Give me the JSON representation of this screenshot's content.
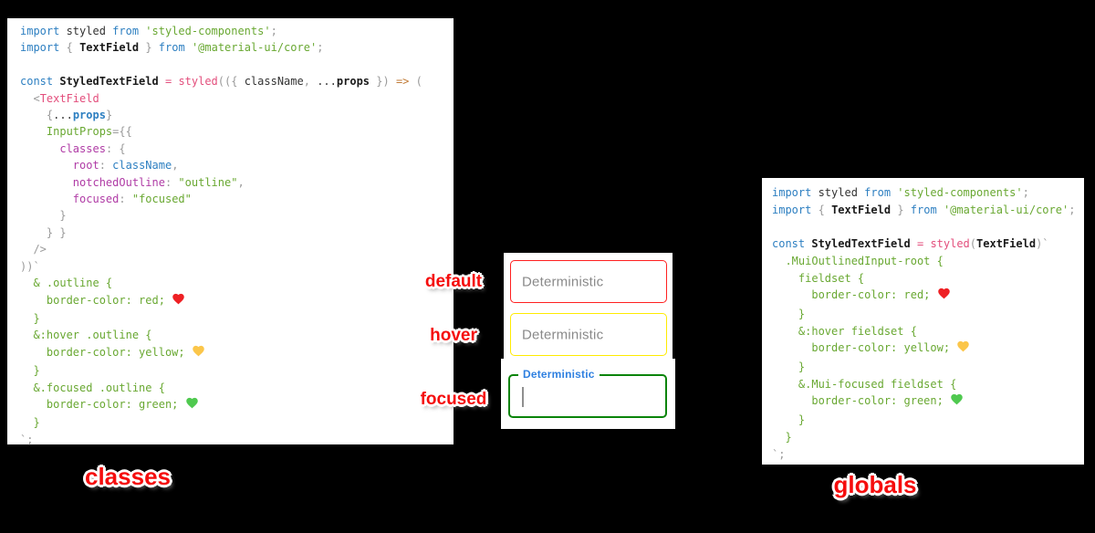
{
  "colors": {
    "keyword_blue": "#2d7fc1",
    "string_green": "#69a832",
    "pink": "#e34e7c",
    "magenta": "#b03ca6",
    "arrow_orange": "#c07a36",
    "punct_gray": "#9a9a9a",
    "text_dark": "#333333",
    "label_red": "#f50d0d",
    "hearts": {
      "hr": "#ee2024",
      "hy": "#fbc64a",
      "hg": "#4fc94f"
    }
  },
  "left_code": {
    "lines": [
      [
        [
          "import",
          "kw"
        ],
        [
          " styled ",
          "pl"
        ],
        [
          "from",
          "kw"
        ],
        [
          " ",
          "pl"
        ],
        [
          "'styled-components'",
          "str"
        ],
        [
          ";",
          "pu"
        ]
      ],
      [
        [
          "import",
          "kw"
        ],
        [
          " ",
          "pl"
        ],
        [
          "{",
          "pu"
        ],
        [
          " ",
          "pl"
        ],
        [
          "TextField",
          "bd"
        ],
        [
          " ",
          "pl"
        ],
        [
          "}",
          "pu"
        ],
        [
          " ",
          "pl"
        ],
        [
          "from",
          "kw"
        ],
        [
          " ",
          "pl"
        ],
        [
          "'@material-ui/core'",
          "str"
        ],
        [
          ";",
          "pu"
        ]
      ],
      [],
      [
        [
          "const",
          "kw"
        ],
        [
          " ",
          "pl"
        ],
        [
          "StyledTextField",
          "bd"
        ],
        [
          " ",
          "pl"
        ],
        [
          "=",
          "pk"
        ],
        [
          " ",
          "pl"
        ],
        [
          "styled",
          "pk"
        ],
        [
          "(({",
          "pu"
        ],
        [
          " className",
          "pl"
        ],
        [
          ",",
          "pu"
        ],
        [
          " ",
          "pl"
        ],
        [
          "...",
          "pl"
        ],
        [
          "props",
          "bd"
        ],
        [
          " ",
          "pl"
        ],
        [
          "})",
          "pu"
        ],
        [
          " ",
          "pl"
        ],
        [
          "=>",
          "ar"
        ],
        [
          " ",
          "pl"
        ],
        [
          "(",
          "pu"
        ]
      ],
      [
        [
          "  ",
          "pl"
        ],
        [
          "<",
          "pu"
        ],
        [
          "TextField",
          "tag"
        ]
      ],
      [
        [
          "    ",
          "pl"
        ],
        [
          "{",
          "pu"
        ],
        [
          "...",
          "pl"
        ],
        [
          "props",
          "kwb"
        ],
        [
          "}",
          "pu"
        ]
      ],
      [
        [
          "    ",
          "pl"
        ],
        [
          "InputProps",
          "gr"
        ],
        [
          "=",
          "pu"
        ],
        [
          "{{",
          "pu"
        ]
      ],
      [
        [
          "      ",
          "pl"
        ],
        [
          "classes",
          "mg"
        ],
        [
          ":",
          "pu"
        ],
        [
          " ",
          "pl"
        ],
        [
          "{",
          "pu"
        ]
      ],
      [
        [
          "        ",
          "pl"
        ],
        [
          "root",
          "mg"
        ],
        [
          ":",
          "pu"
        ],
        [
          " ",
          "pl"
        ],
        [
          "className",
          "bl"
        ],
        [
          ",",
          "pu"
        ]
      ],
      [
        [
          "        ",
          "pl"
        ],
        [
          "notchedOutline",
          "mg"
        ],
        [
          ":",
          "pu"
        ],
        [
          " ",
          "pl"
        ],
        [
          "\"outline\"",
          "str"
        ],
        [
          ",",
          "pu"
        ]
      ],
      [
        [
          "        ",
          "pl"
        ],
        [
          "focused",
          "mg"
        ],
        [
          ":",
          "pu"
        ],
        [
          " ",
          "pl"
        ],
        [
          "\"focused\"",
          "str"
        ]
      ],
      [
        [
          "      ",
          "pl"
        ],
        [
          "}",
          "pu"
        ]
      ],
      [
        [
          "    ",
          "pl"
        ],
        [
          "} }",
          "pu"
        ]
      ],
      [
        [
          "  ",
          "pl"
        ],
        [
          "/>",
          "pu"
        ]
      ],
      [
        [
          "))`",
          "pu"
        ]
      ],
      [
        [
          "  ",
          "pl"
        ],
        [
          "& .outline {",
          "gr"
        ]
      ],
      [
        [
          "    ",
          "pl"
        ],
        [
          "border-color: red; ",
          "gr"
        ],
        [
          "❤️",
          "hr"
        ]
      ],
      [
        [
          "  ",
          "pl"
        ],
        [
          "}",
          "gr"
        ]
      ],
      [
        [
          "  ",
          "pl"
        ],
        [
          "&:hover .outline {",
          "gr"
        ]
      ],
      [
        [
          "    ",
          "pl"
        ],
        [
          "border-color: yellow; ",
          "gr"
        ],
        [
          "💛",
          "hy"
        ]
      ],
      [
        [
          "  ",
          "pl"
        ],
        [
          "}",
          "gr"
        ]
      ],
      [
        [
          "  ",
          "pl"
        ],
        [
          "&.focused .outline {",
          "gr"
        ]
      ],
      [
        [
          "    ",
          "pl"
        ],
        [
          "border-color: green; ",
          "gr"
        ],
        [
          "💚",
          "hg"
        ]
      ],
      [
        [
          "  ",
          "pl"
        ],
        [
          "}",
          "gr"
        ]
      ],
      [
        [
          "`;",
          "pu"
        ]
      ]
    ]
  },
  "right_code": {
    "lines": [
      [
        [
          "import",
          "kw"
        ],
        [
          " styled ",
          "pl"
        ],
        [
          "from",
          "kw"
        ],
        [
          " ",
          "pl"
        ],
        [
          "'styled-components'",
          "str"
        ],
        [
          ";",
          "pu"
        ]
      ],
      [
        [
          "import",
          "kw"
        ],
        [
          " ",
          "pl"
        ],
        [
          "{",
          "pu"
        ],
        [
          " ",
          "pl"
        ],
        [
          "TextField",
          "bd"
        ],
        [
          " ",
          "pl"
        ],
        [
          "}",
          "pu"
        ],
        [
          " ",
          "pl"
        ],
        [
          "from",
          "kw"
        ],
        [
          " ",
          "pl"
        ],
        [
          "'@material-ui/core'",
          "str"
        ],
        [
          ";",
          "pu"
        ]
      ],
      [],
      [
        [
          "const",
          "kw"
        ],
        [
          " ",
          "pl"
        ],
        [
          "StyledTextField",
          "bd"
        ],
        [
          " ",
          "pl"
        ],
        [
          "=",
          "pk"
        ],
        [
          " ",
          "pl"
        ],
        [
          "styled",
          "pk"
        ],
        [
          "(",
          "pu"
        ],
        [
          "TextField",
          "bd"
        ],
        [
          ")",
          "pu"
        ],
        [
          "`",
          "pu"
        ]
      ],
      [
        [
          "  ",
          "pl"
        ],
        [
          ".MuiOutlinedInput-root {",
          "gr"
        ]
      ],
      [
        [
          "    ",
          "pl"
        ],
        [
          "fieldset {",
          "gr"
        ]
      ],
      [
        [
          "      ",
          "pl"
        ],
        [
          "border-color: red; ",
          "gr"
        ],
        [
          "❤️",
          "hr"
        ]
      ],
      [
        [
          "    ",
          "pl"
        ],
        [
          "}",
          "gr"
        ]
      ],
      [
        [
          "    ",
          "pl"
        ],
        [
          "&:hover fieldset {",
          "gr"
        ]
      ],
      [
        [
          "      ",
          "pl"
        ],
        [
          "border-color: yellow; ",
          "gr"
        ],
        [
          "💛",
          "hy"
        ]
      ],
      [
        [
          "    ",
          "pl"
        ],
        [
          "}",
          "gr"
        ]
      ],
      [
        [
          "    ",
          "pl"
        ],
        [
          "&.Mui-focused fieldset {",
          "gr"
        ]
      ],
      [
        [
          "      ",
          "pl"
        ],
        [
          "border-color: green; ",
          "gr"
        ],
        [
          "💚",
          "hg"
        ]
      ],
      [
        [
          "    ",
          "pl"
        ],
        [
          "}",
          "gr"
        ]
      ],
      [
        [
          "  ",
          "pl"
        ],
        [
          "}",
          "gr"
        ]
      ],
      [
        [
          "`;",
          "pu"
        ]
      ]
    ]
  },
  "middle": {
    "states": [
      {
        "label": "default",
        "field_label": "Deterministic",
        "border_color": "#ff2020"
      },
      {
        "label": "hover",
        "field_label": "Deterministic",
        "border_color": "#ffeb00"
      },
      {
        "label": "focused",
        "field_label": "Deterministic",
        "border_color": "#0a840a",
        "label_color": "#2f80e0"
      }
    ]
  },
  "captions": {
    "left": "classes",
    "right": "globals"
  }
}
